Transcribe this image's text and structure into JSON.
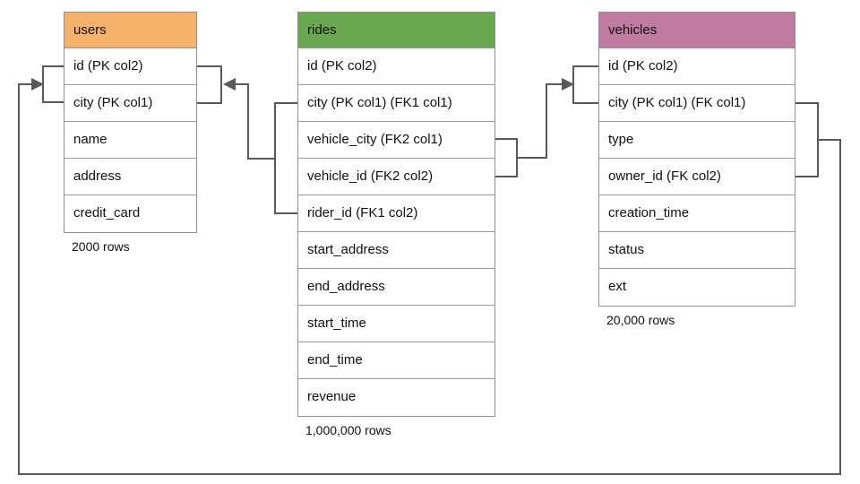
{
  "diagram": {
    "background_color": "#ffffff",
    "connector_color": "#595959",
    "table_border_color": "#8f8f8f"
  },
  "tables": [
    {
      "id": "users",
      "title": "users",
      "header_color": "#f6b26b",
      "rows": [
        "id (PK col2)",
        "city (PK col1)",
        "name",
        "address",
        "credit_card"
      ],
      "caption": "2000 rows"
    },
    {
      "id": "rides",
      "title": "rides",
      "header_color": "#6aa84f",
      "rows": [
        "id (PK col2)",
        "city (PK col1) (FK1 col1)",
        "vehicle_city (FK2 col1)",
        "vehicle_id (FK2 col2)",
        "rider_id (FK1 col2)",
        "start_address",
        "end_address",
        "start_time",
        "end_time",
        "revenue"
      ],
      "caption": "1,000,000 rows"
    },
    {
      "id": "vehicles",
      "title": "vehicles",
      "header_color": "#c27ba0",
      "rows": [
        "id (PK col2)",
        "city (PK col1) (FK col1)",
        "type",
        "owner_id (FK col2)",
        "creation_time",
        "status",
        "ext"
      ],
      "caption": "20,000 rows"
    }
  ],
  "relationships": [
    {
      "name": "rides-to-users",
      "from": "rides (city, rider_id) FK1",
      "to": "users (id, city)"
    },
    {
      "name": "rides-to-vehicles",
      "from": "rides (vehicle_city, vehicle_id) FK2",
      "to": "vehicles (id, city)"
    },
    {
      "name": "vehicles-to-users",
      "from": "vehicles (city, owner_id) FK",
      "to": "users (id, city)"
    }
  ]
}
